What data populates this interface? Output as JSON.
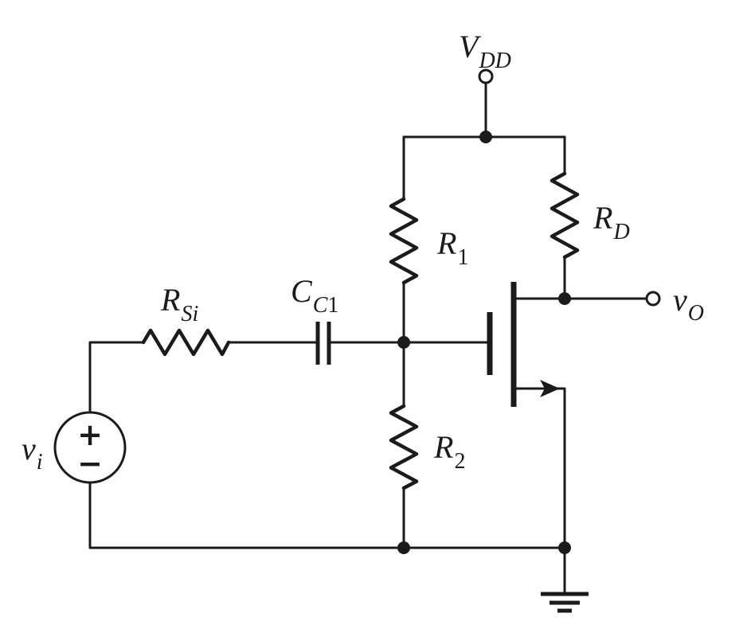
{
  "figure": {
    "type": "circuit-diagram",
    "description": "Common-source n-channel MOSFET amplifier with voltage-divider bias, coupling capacitor, source resistance and signal source"
  },
  "colors": {
    "line": "#1b1b1b",
    "source_fill": "#f7c8d5",
    "background": "#ffffff"
  },
  "labels": {
    "vdd": {
      "main": "V",
      "sub": "DD"
    },
    "r1": {
      "main": "R",
      "sub": "1"
    },
    "rd": {
      "main": "R",
      "sub": "D"
    },
    "rsi": {
      "main": "R",
      "sub": "Si"
    },
    "cc1": {
      "main": "C",
      "sub_letter": "C",
      "sub_digit": "1"
    },
    "r2": {
      "main": "R",
      "sub": "2"
    },
    "vi": {
      "main": "v",
      "sub": "i"
    },
    "vo": {
      "main": "v",
      "sub": "O"
    },
    "source_plus": "+",
    "source_minus": "−"
  },
  "components": [
    "input-voltage-source-vi",
    "source-resistor-RSi",
    "coupling-capacitor-CC1",
    "bias-resistor-R1",
    "bias-resistor-R2",
    "drain-resistor-RD",
    "n-channel-mosfet",
    "vdd-supply-terminal",
    "output-terminal-vO",
    "ground"
  ]
}
